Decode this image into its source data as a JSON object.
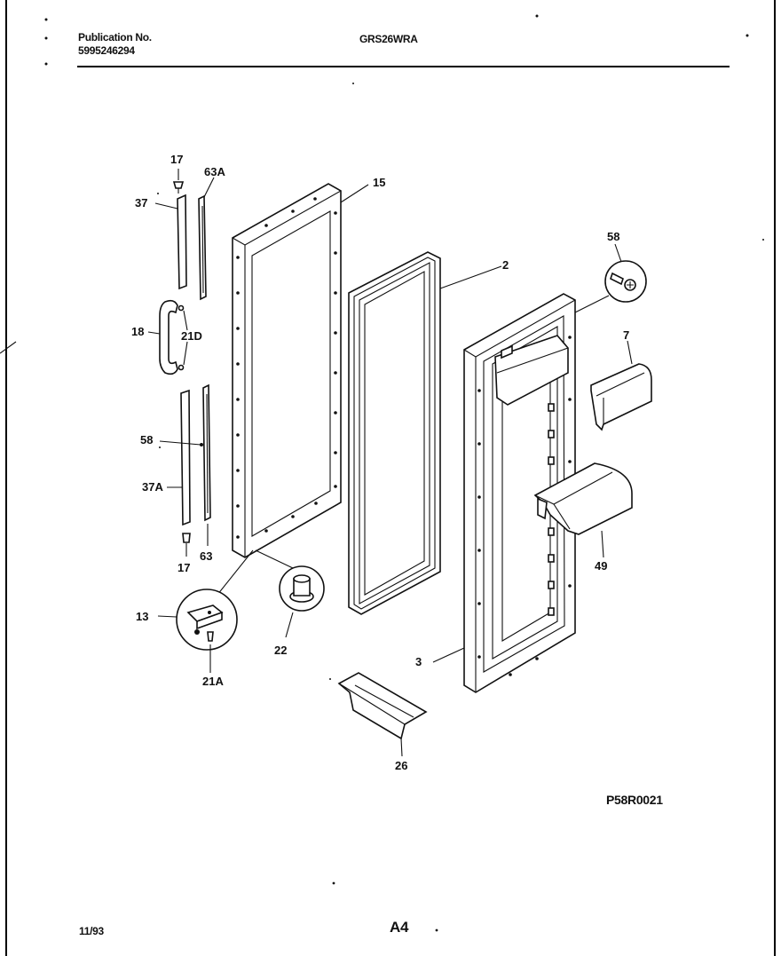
{
  "header": {
    "publication_label": "Publication No.",
    "publication_number": "5995246294",
    "model": "GRS26WRA"
  },
  "diagram_code": "P58R0021",
  "footer": {
    "date": "11/93",
    "page": "A4"
  },
  "callouts": [
    {
      "id": "17-top",
      "label": "17"
    },
    {
      "id": "63A",
      "label": "63A"
    },
    {
      "id": "15",
      "label": "15"
    },
    {
      "id": "37",
      "label": "37"
    },
    {
      "id": "2",
      "label": "2"
    },
    {
      "id": "58-top",
      "label": "58"
    },
    {
      "id": "18",
      "label": "18"
    },
    {
      "id": "21D",
      "label": "21D"
    },
    {
      "id": "7",
      "label": "7"
    },
    {
      "id": "58-mid",
      "label": "58"
    },
    {
      "id": "37A",
      "label": "37A"
    },
    {
      "id": "17-bottom",
      "label": "17"
    },
    {
      "id": "63",
      "label": "63"
    },
    {
      "id": "49",
      "label": "49"
    },
    {
      "id": "13",
      "label": "13"
    },
    {
      "id": "22",
      "label": "22"
    },
    {
      "id": "3",
      "label": "3"
    },
    {
      "id": "21A",
      "label": "21A"
    },
    {
      "id": "26",
      "label": "26"
    }
  ]
}
